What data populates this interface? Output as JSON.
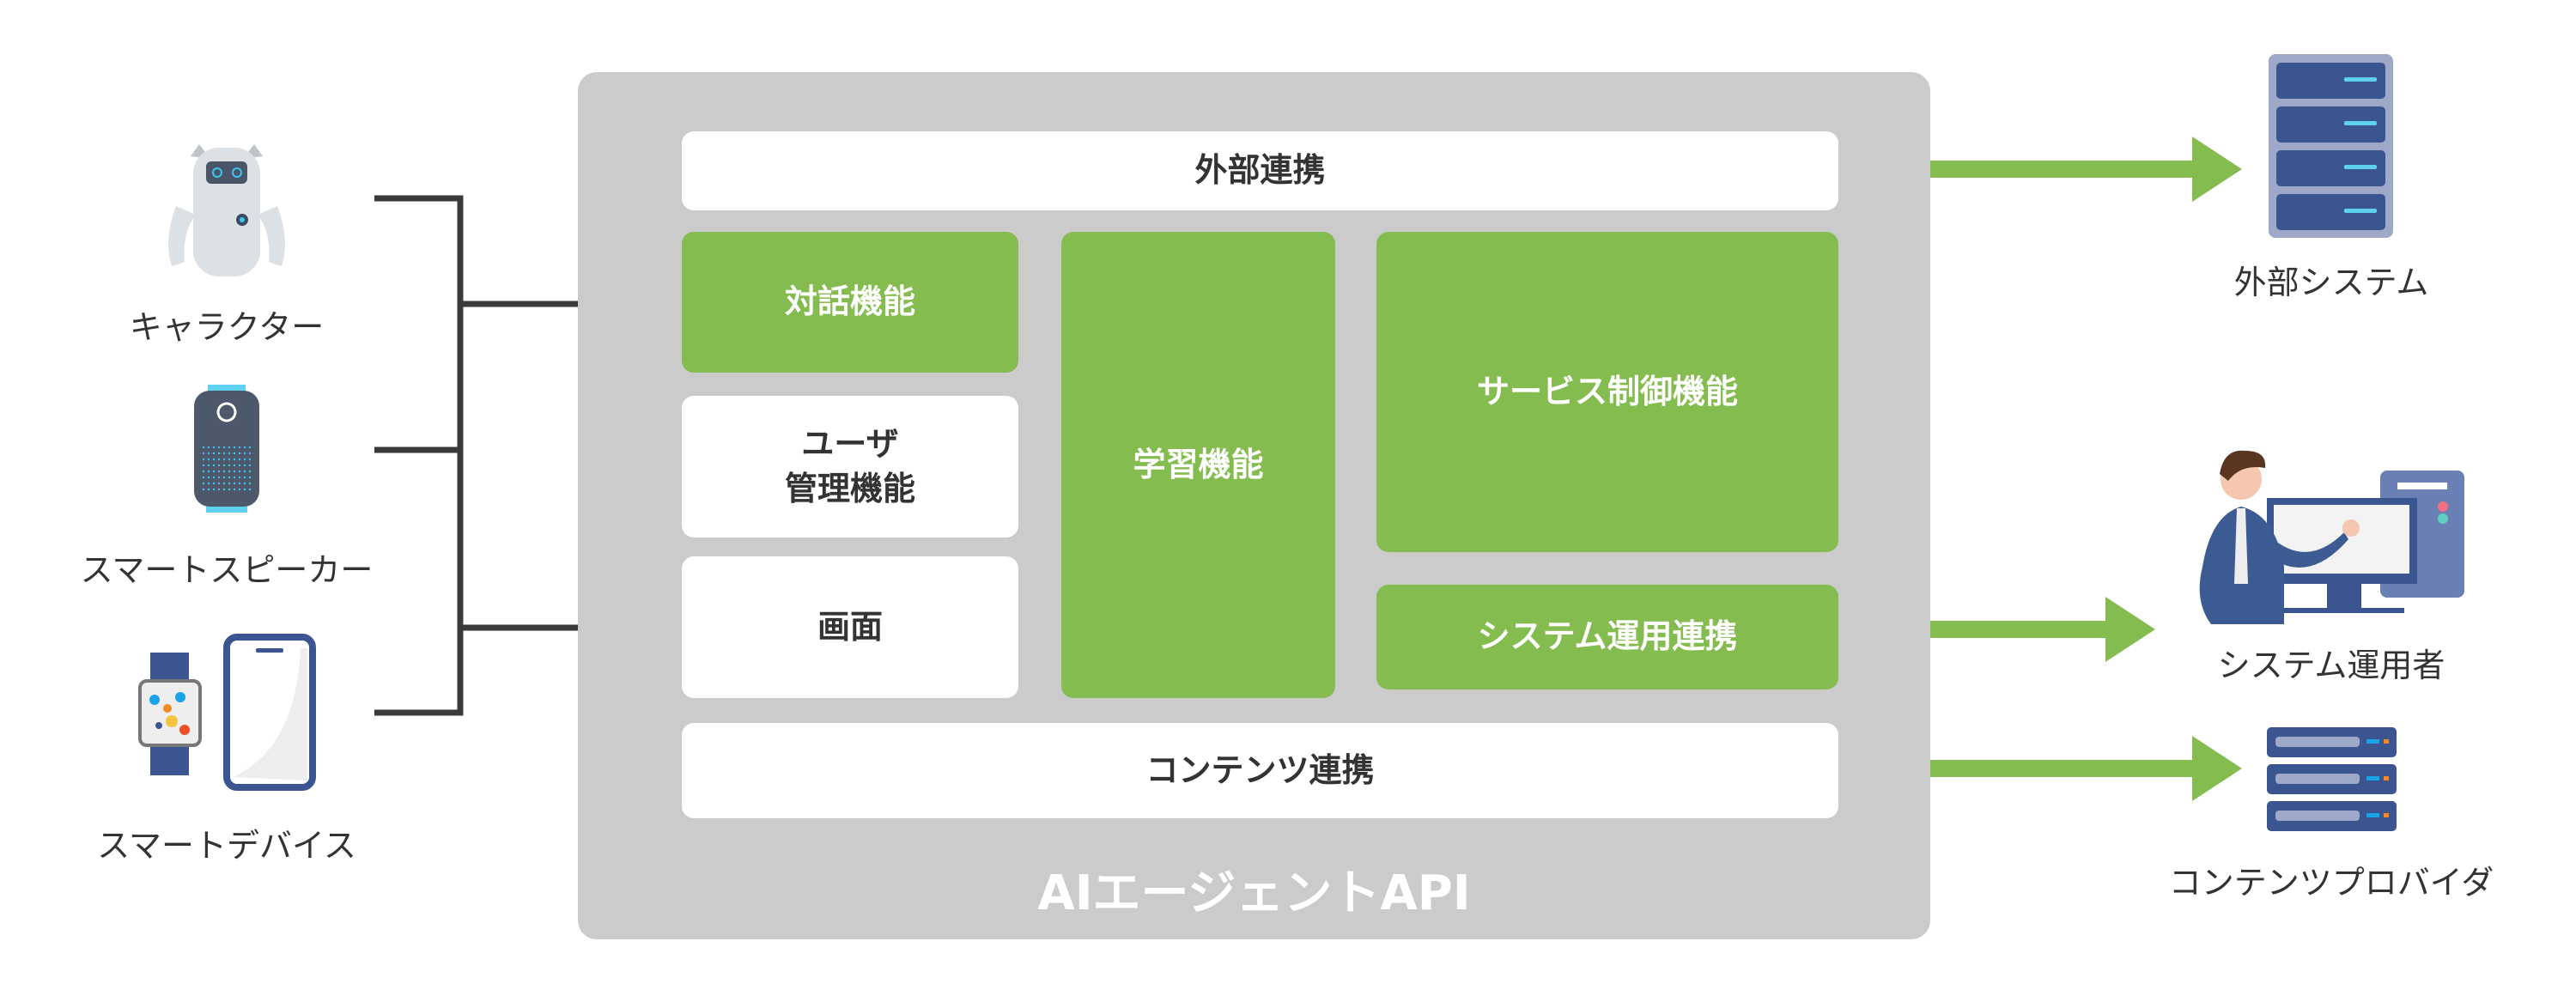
{
  "left_devices": [
    {
      "label": "キャラクター",
      "icon": "robot-icon"
    },
    {
      "label": "スマートスピーカー",
      "icon": "smart-speaker-icon"
    },
    {
      "label": "スマートデバイス",
      "icon": "smartwatch-phone-icon"
    }
  ],
  "api": {
    "title": "AIエージェントAPI",
    "modules": {
      "external": "外部連携",
      "dialogue": "対話機能",
      "user_mgmt_1": "ユーザ",
      "user_mgmt_2": "管理機能",
      "screen": "画面",
      "learning": "学習機能",
      "service_control": "サービス制御機能",
      "sysops": "システム運用連携",
      "content": "コンテンツ連携"
    }
  },
  "right_targets": [
    {
      "label": "外部システム",
      "icon": "server-rack-icon"
    },
    {
      "label": "システム運用者",
      "icon": "operator-computer-icon"
    },
    {
      "label": "コンテンツプロバイダ",
      "icon": "server-stack-icon"
    }
  ],
  "colors": {
    "green": "#84bc4f",
    "panel": "#cbcbcb",
    "line": "#3a3a3a",
    "navy": "#3b5590"
  }
}
